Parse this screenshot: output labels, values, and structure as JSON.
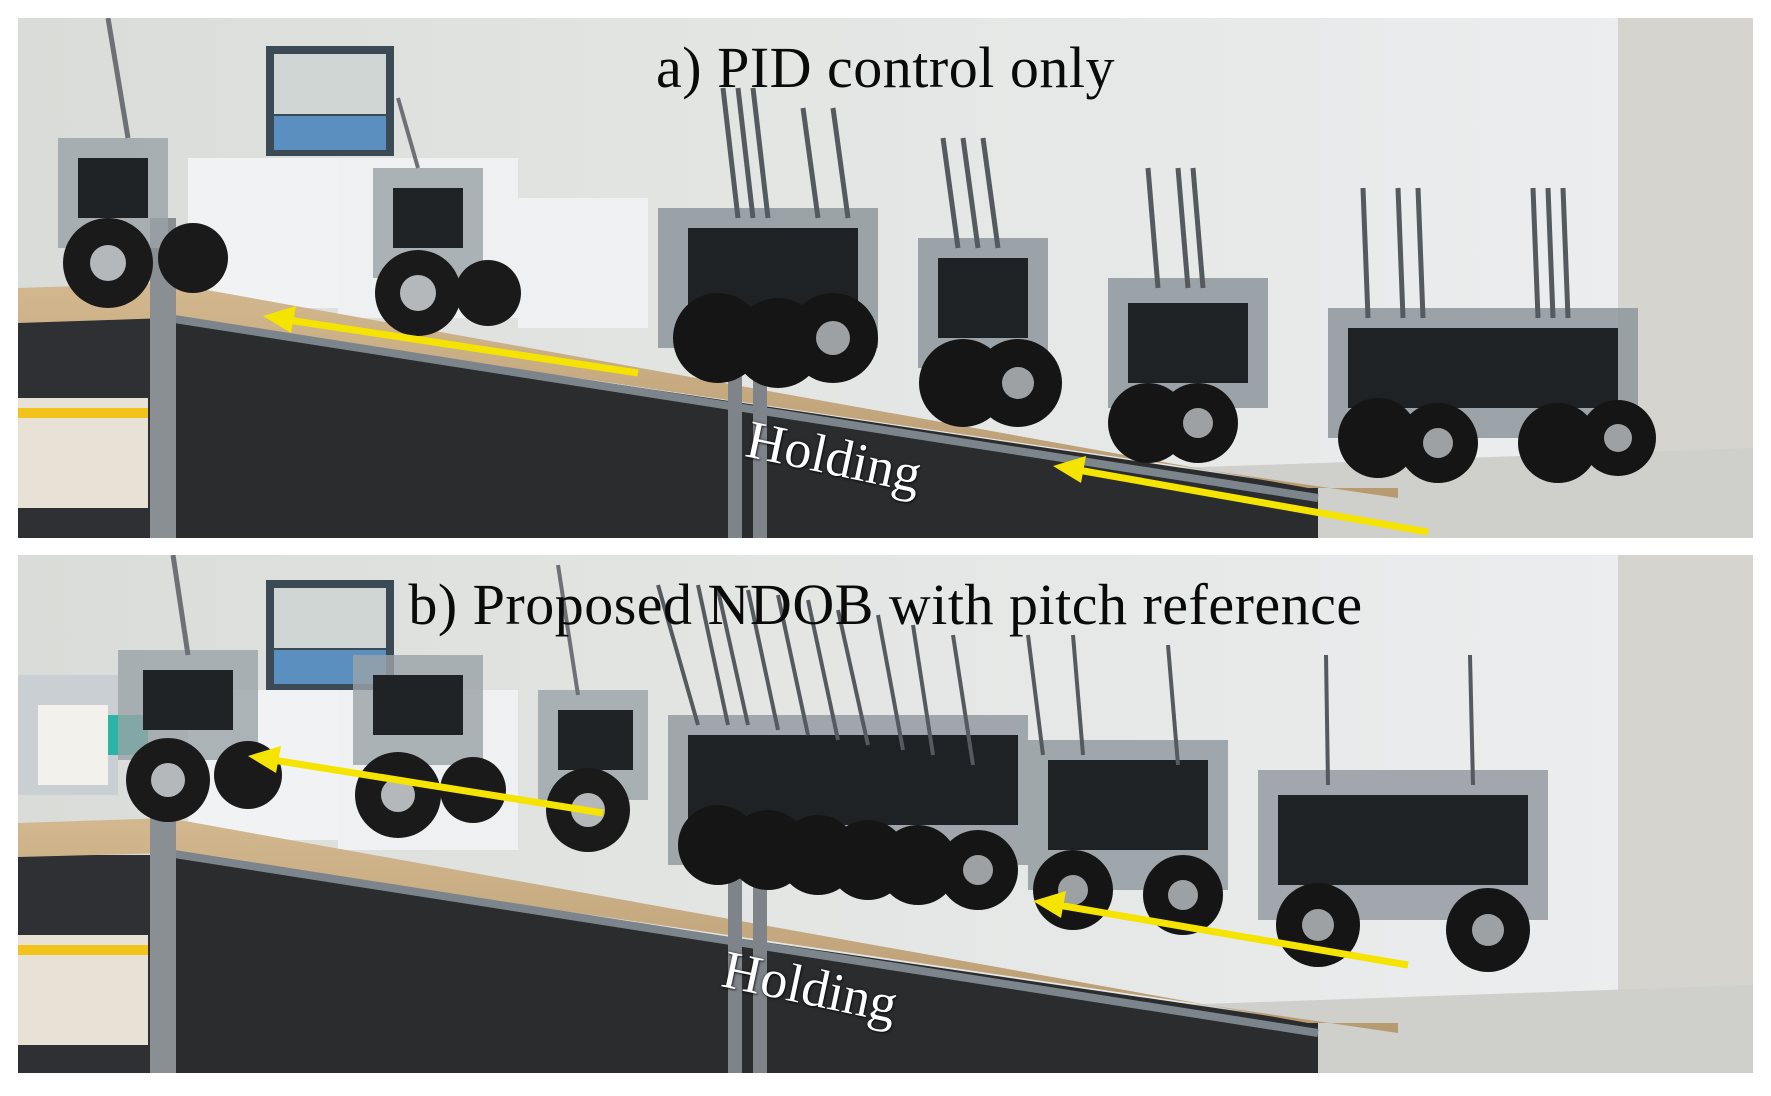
{
  "panels": [
    {
      "caption": "a) PID control only",
      "annotation": "Holding"
    },
    {
      "caption": "b) Proposed NDOB with pitch reference",
      "annotation": "Holding"
    }
  ],
  "colors": {
    "arrow": "#f5e400",
    "ramp": "#c9ad84",
    "wall": "#e6e8e9",
    "frame": "#8a8f94",
    "tire": "#1a1a1a"
  }
}
